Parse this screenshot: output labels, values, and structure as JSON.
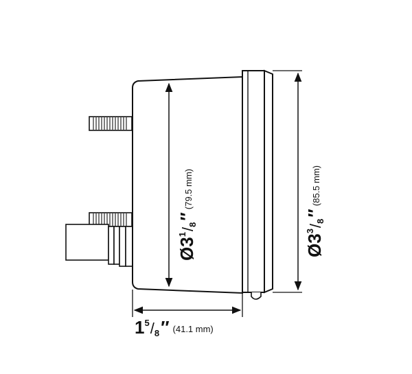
{
  "dimensions": {
    "body_diameter": {
      "symbol": "Ø",
      "whole": "3",
      "num": "1",
      "den": "8",
      "unit_mark": "″",
      "metric": "(79.5 mm)"
    },
    "bezel_diameter": {
      "symbol": "Ø",
      "whole": "3",
      "num": "3",
      "den": "8",
      "unit_mark": "″",
      "metric": "(85.5 mm)"
    },
    "depth": {
      "whole": "1",
      "num": "5",
      "den": "8",
      "unit_mark": "″",
      "metric": "(41.1 mm)"
    }
  },
  "colors": {
    "stroke": "#111111",
    "background": "#ffffff"
  }
}
